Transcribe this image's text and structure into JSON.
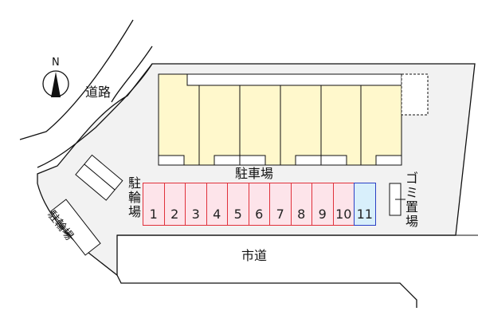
{
  "map": {
    "compass": {
      "label": "N",
      "icon": "north-arrow-icon"
    },
    "labels": {
      "road_top": "道路",
      "city_road": "市道",
      "parking": "駐車場",
      "bike_parking_right": [
        "駐",
        "輪",
        "場"
      ],
      "bike_parking_left": "駐輪場",
      "garbage": [
        "ゴ",
        "ミ",
        "置",
        "場"
      ]
    },
    "parking_slots": [
      {
        "number": "1",
        "status": "occupied"
      },
      {
        "number": "2",
        "status": "occupied"
      },
      {
        "number": "3",
        "status": "occupied"
      },
      {
        "number": "4",
        "status": "occupied"
      },
      {
        "number": "5",
        "status": "occupied"
      },
      {
        "number": "6",
        "status": "occupied"
      },
      {
        "number": "7",
        "status": "occupied"
      },
      {
        "number": "8",
        "status": "occupied"
      },
      {
        "number": "9",
        "status": "occupied"
      },
      {
        "number": "10",
        "status": "occupied"
      },
      {
        "number": "11",
        "status": "available"
      }
    ],
    "colors": {
      "lot_fill": "#f2f2f2",
      "building_fill": "#fff8cc",
      "slot_occupied_fill": "#fde4ea",
      "slot_occupied_border": "#e0303a",
      "slot_available_fill": "#d8effb",
      "slot_available_border": "#2a3fc4"
    }
  }
}
